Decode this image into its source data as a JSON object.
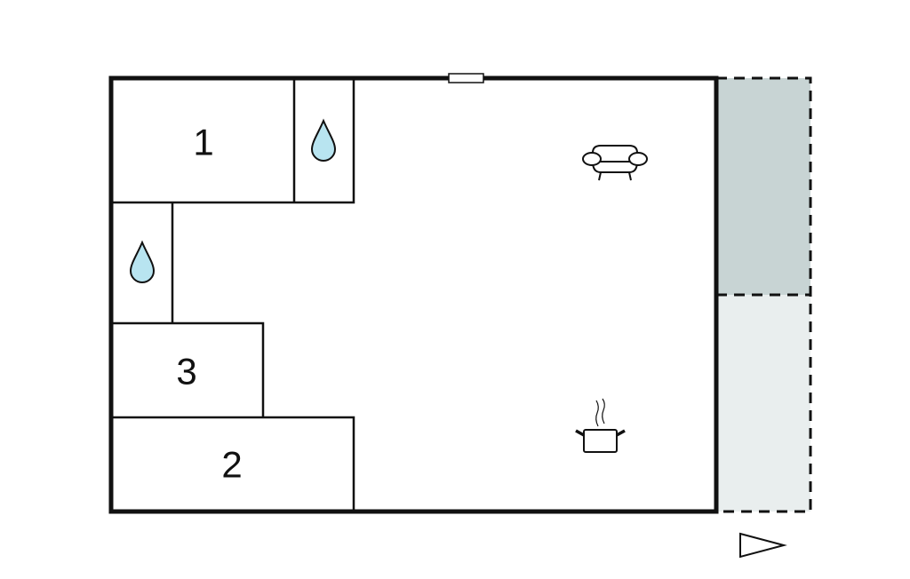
{
  "floor_plan": {
    "rooms": [
      {
        "label": "1",
        "type": "bedroom"
      },
      {
        "label": "3",
        "type": "bedroom"
      },
      {
        "label": "2",
        "type": "bedroom"
      }
    ],
    "icons": [
      "water-drop-icon",
      "water-drop-icon",
      "sofa-icon",
      "cooking-pot-icon",
      "north-arrow-icon"
    ],
    "colors": {
      "wall": "#111111",
      "terrace_covered": "#c8d4d4",
      "terrace_open": "#e9eeee",
      "water": "#b8e4f0"
    }
  }
}
